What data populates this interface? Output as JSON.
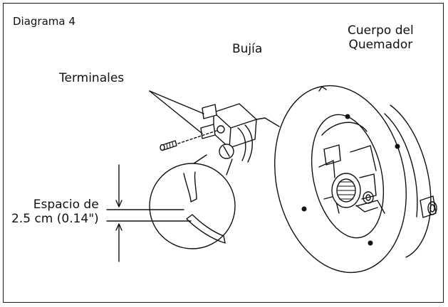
{
  "diagram": {
    "title": "Diagrama 4",
    "labels": {
      "spark_plug": "Bujía",
      "terminals": "Terminales",
      "burner_body_line1": "Cuerpo del",
      "burner_body_line2": "Quemador",
      "gap_line1": "Espacio de",
      "gap_line2": "2.5 cm (0.14\")"
    }
  }
}
